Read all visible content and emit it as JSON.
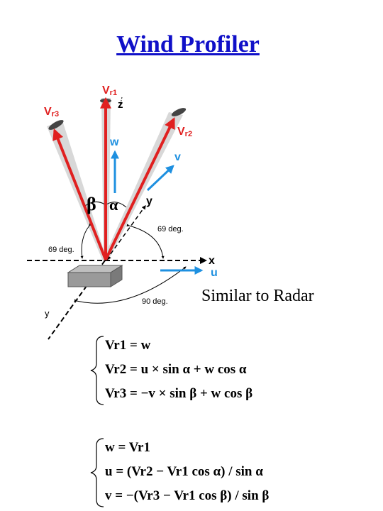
{
  "title": "Wind Profiler",
  "diagram": {
    "vr1_label": "V",
    "vr1_sub": "r1",
    "vr2_label": "V",
    "vr2_sub": "r2",
    "vr3_label": "V",
    "vr3_sub": "r3",
    "z_label": "z",
    "w_label": "w",
    "v_label": "v",
    "y_axis_label": "y",
    "x_label": "x",
    "u_label": "u",
    "beta_label": "β",
    "alpha_label": "α",
    "angle_69_right": "69 deg.",
    "angle_69_left": "69 deg.",
    "angle_90": "90 deg.",
    "y_bottom_label": "y",
    "colors": {
      "beam_red": "#e02020",
      "wind_blue": "#1e90e0",
      "title_blue": "#1010c8"
    }
  },
  "similar_text": "Similar to Radar",
  "equations_1": [
    "Vr1 = w",
    "Vr2 = u × sin α + w cos α",
    "Vr3 = −v × sin β + w cos β"
  ],
  "equations_2": [
    "w = Vr1",
    "u = (Vr2 − Vr1 cos α) / sin α",
    "v = −(Vr3 − Vr1 cos β) / sin β"
  ]
}
